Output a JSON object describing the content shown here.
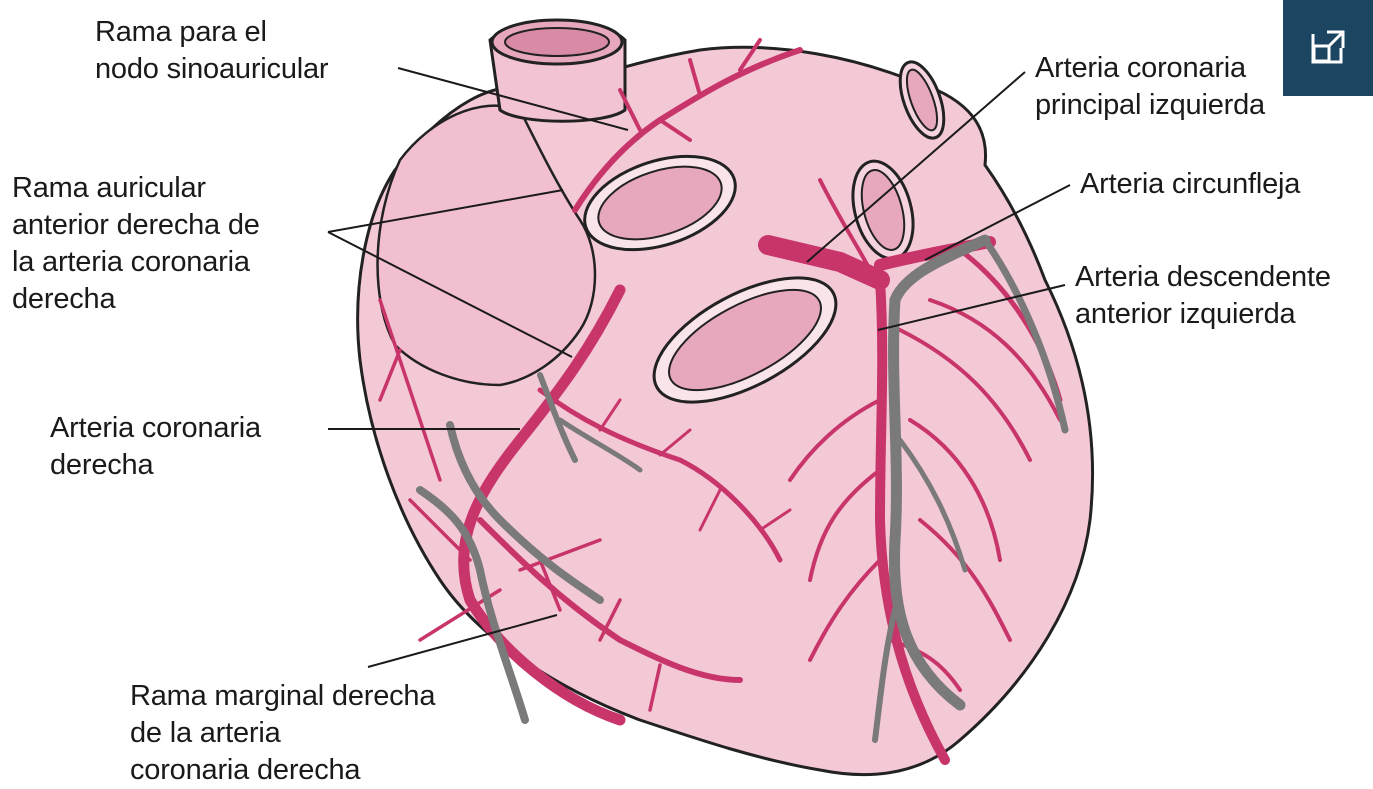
{
  "labels": {
    "sinoatrial": "Rama para el\nnodo sinoauricular",
    "right_atrial": "Rama auricular\nanterior derecha de\nla arteria coronaria\nderecha",
    "right_coronary": "Arteria coronaria\nderecha",
    "right_marginal": "Rama marginal derecha\nde la arteria\ncoronaria derecha",
    "left_main": "Arteria coronaria\nprincipal izquierda",
    "circumflex": "Arteria circunfleja",
    "lad": "Arteria descendente\nanterior izquierda"
  },
  "colors": {
    "heart_fill": "#f4c9d6",
    "heart_shade": "#eab3c4",
    "artery": "#c8356a",
    "vein": "#7a7a7a",
    "outline": "#222222",
    "button_bg": "#1b4560"
  },
  "expand_button": {
    "icon": "expand-icon"
  }
}
